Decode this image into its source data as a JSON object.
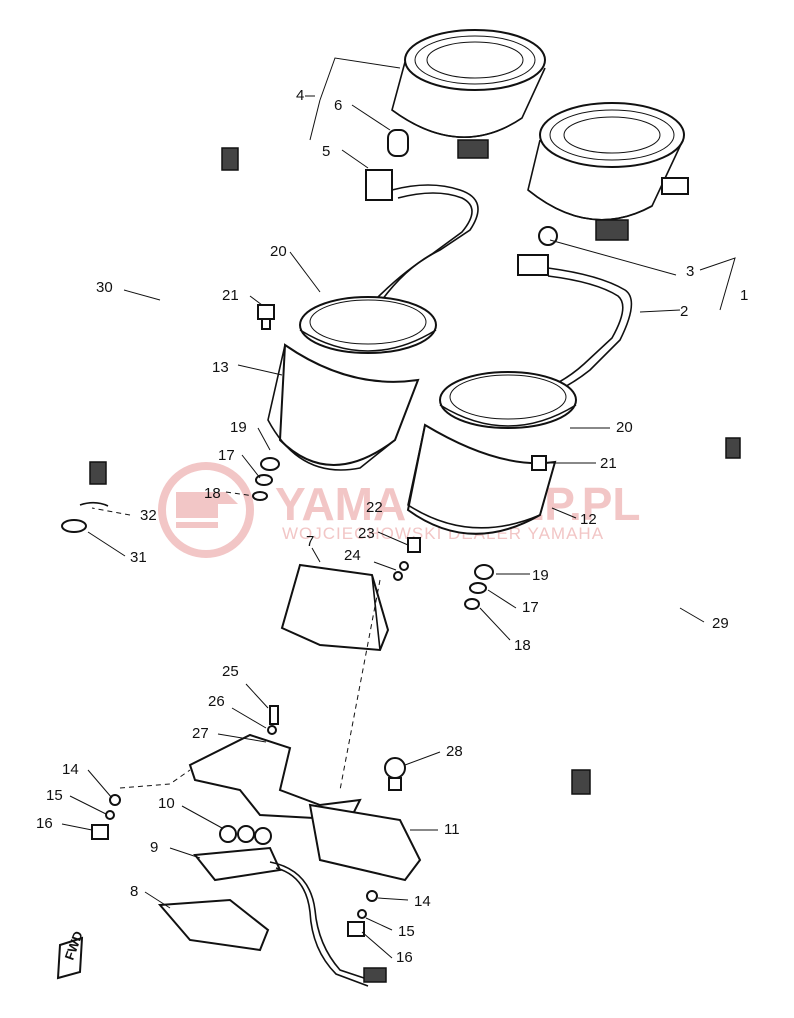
{
  "labels": [
    {
      "id": "1",
      "text": "1"
    },
    {
      "id": "2",
      "text": "2"
    },
    {
      "id": "3",
      "text": "3"
    },
    {
      "id": "4",
      "text": "4"
    },
    {
      "id": "5",
      "text": "5"
    },
    {
      "id": "6",
      "text": "6"
    },
    {
      "id": "7",
      "text": "7"
    },
    {
      "id": "8",
      "text": "8"
    },
    {
      "id": "9",
      "text": "9"
    },
    {
      "id": "10",
      "text": "10"
    },
    {
      "id": "11",
      "text": "11"
    },
    {
      "id": "12",
      "text": "12"
    },
    {
      "id": "13",
      "text": "13"
    },
    {
      "id": "14a",
      "text": "14"
    },
    {
      "id": "14b",
      "text": "14"
    },
    {
      "id": "15a",
      "text": "15"
    },
    {
      "id": "15b",
      "text": "15"
    },
    {
      "id": "16a",
      "text": "16"
    },
    {
      "id": "16b",
      "text": "16"
    },
    {
      "id": "17a",
      "text": "17"
    },
    {
      "id": "17b",
      "text": "17"
    },
    {
      "id": "18a",
      "text": "18"
    },
    {
      "id": "18b",
      "text": "18"
    },
    {
      "id": "19a",
      "text": "19"
    },
    {
      "id": "19b",
      "text": "19"
    },
    {
      "id": "20a",
      "text": "20"
    },
    {
      "id": "20b",
      "text": "20"
    },
    {
      "id": "21a",
      "text": "21"
    },
    {
      "id": "21b",
      "text": "21"
    },
    {
      "id": "22",
      "text": "22"
    },
    {
      "id": "23",
      "text": "23"
    },
    {
      "id": "24",
      "text": "24"
    },
    {
      "id": "25",
      "text": "25"
    },
    {
      "id": "26",
      "text": "26"
    },
    {
      "id": "27",
      "text": "27"
    },
    {
      "id": "28",
      "text": "28"
    },
    {
      "id": "29",
      "text": "29"
    },
    {
      "id": "30",
      "text": "30"
    },
    {
      "id": "31",
      "text": "31"
    },
    {
      "id": "32",
      "text": "32"
    }
  ],
  "watermark": {
    "brand": "YAMA-SKLEP.PL",
    "tagline": "WOJCIECHOWSKI DEALER YAMAHA"
  },
  "fwd_mark": "FWD"
}
